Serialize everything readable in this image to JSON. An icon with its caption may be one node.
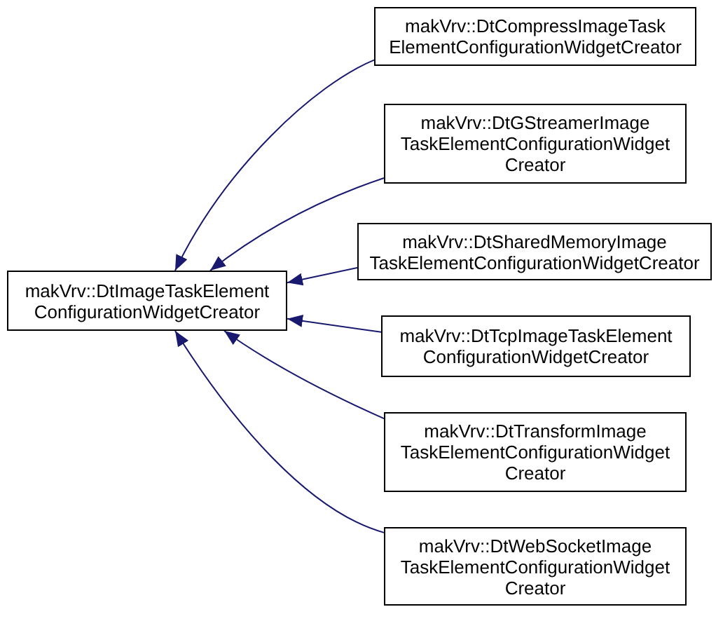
{
  "diagram": {
    "nodes": [
      {
        "text": [
          "makVrv::DtImageTaskElement ConfigurationWidgetCreator"
        ]
      },
      {
        "text": [
          "makVrv::DtCompressImageTask ElementConfigurationWidgetCreator"
        ]
      },
      {
        "text": [
          "makVrv::DtGStreamerImage TaskElementConfigurationWidget Creator"
        ]
      },
      {
        "text": [
          "makVrv::DtSharedMemoryImage TaskElementConfigurationWidgetCreator"
        ]
      },
      {
        "text": [
          "makVrv::DtTcpImageTaskElement ConfigurationWidgetCreator"
        ]
      },
      {
        "text": [
          "makVrv::DtTransformImage TaskElementConfigurationWidget Creator"
        ]
      },
      {
        "text": [
          "makVrv::DtWebSocketImage TaskElementConfigurationWidget Creator"
        ]
      }
    ],
    "edges": [
      {
        "from": 1,
        "to": 0,
        "arrow": "to"
      },
      {
        "from": 2,
        "to": 0,
        "arrow": "to"
      },
      {
        "from": 3,
        "to": 0,
        "arrow": "to"
      },
      {
        "from": 4,
        "to": 0,
        "arrow": "to"
      },
      {
        "from": 5,
        "to": 0,
        "arrow": "to"
      },
      {
        "from": 6,
        "to": 0,
        "arrow": "to"
      }
    ]
  }
}
